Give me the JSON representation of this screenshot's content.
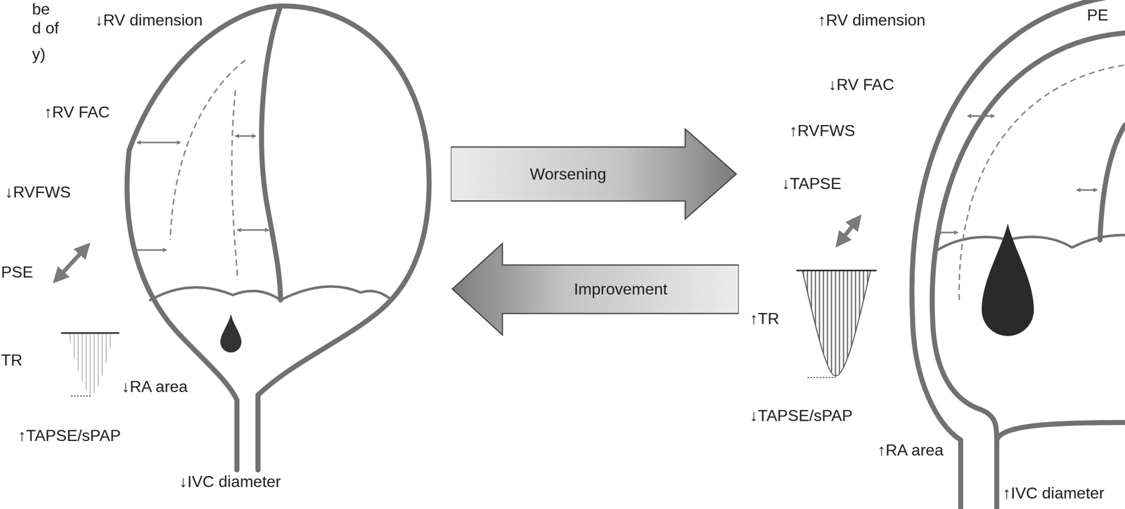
{
  "diagram": {
    "nodes": [
      {
        "text": [
          "Worsening"
        ]
      },
      {
        "text": [
          "Improvement"
        ]
      }
    ],
    "labels": [
      "be",
      "d of",
      "y)",
      "↓RV dimension",
      "↑RV FAC",
      "↓RVFWS",
      "PSE",
      "TR",
      "↓RA area",
      "↑TAPSE/sPAP",
      "↓IVC diameter",
      "↑RV dimension",
      "PE",
      "↓RV FAC",
      "↑RVFWS",
      "↓TAPSE",
      "↑TR",
      "↓TAPSE/sPAP",
      "↑RA area",
      "↑IVC diameter"
    ]
  }
}
